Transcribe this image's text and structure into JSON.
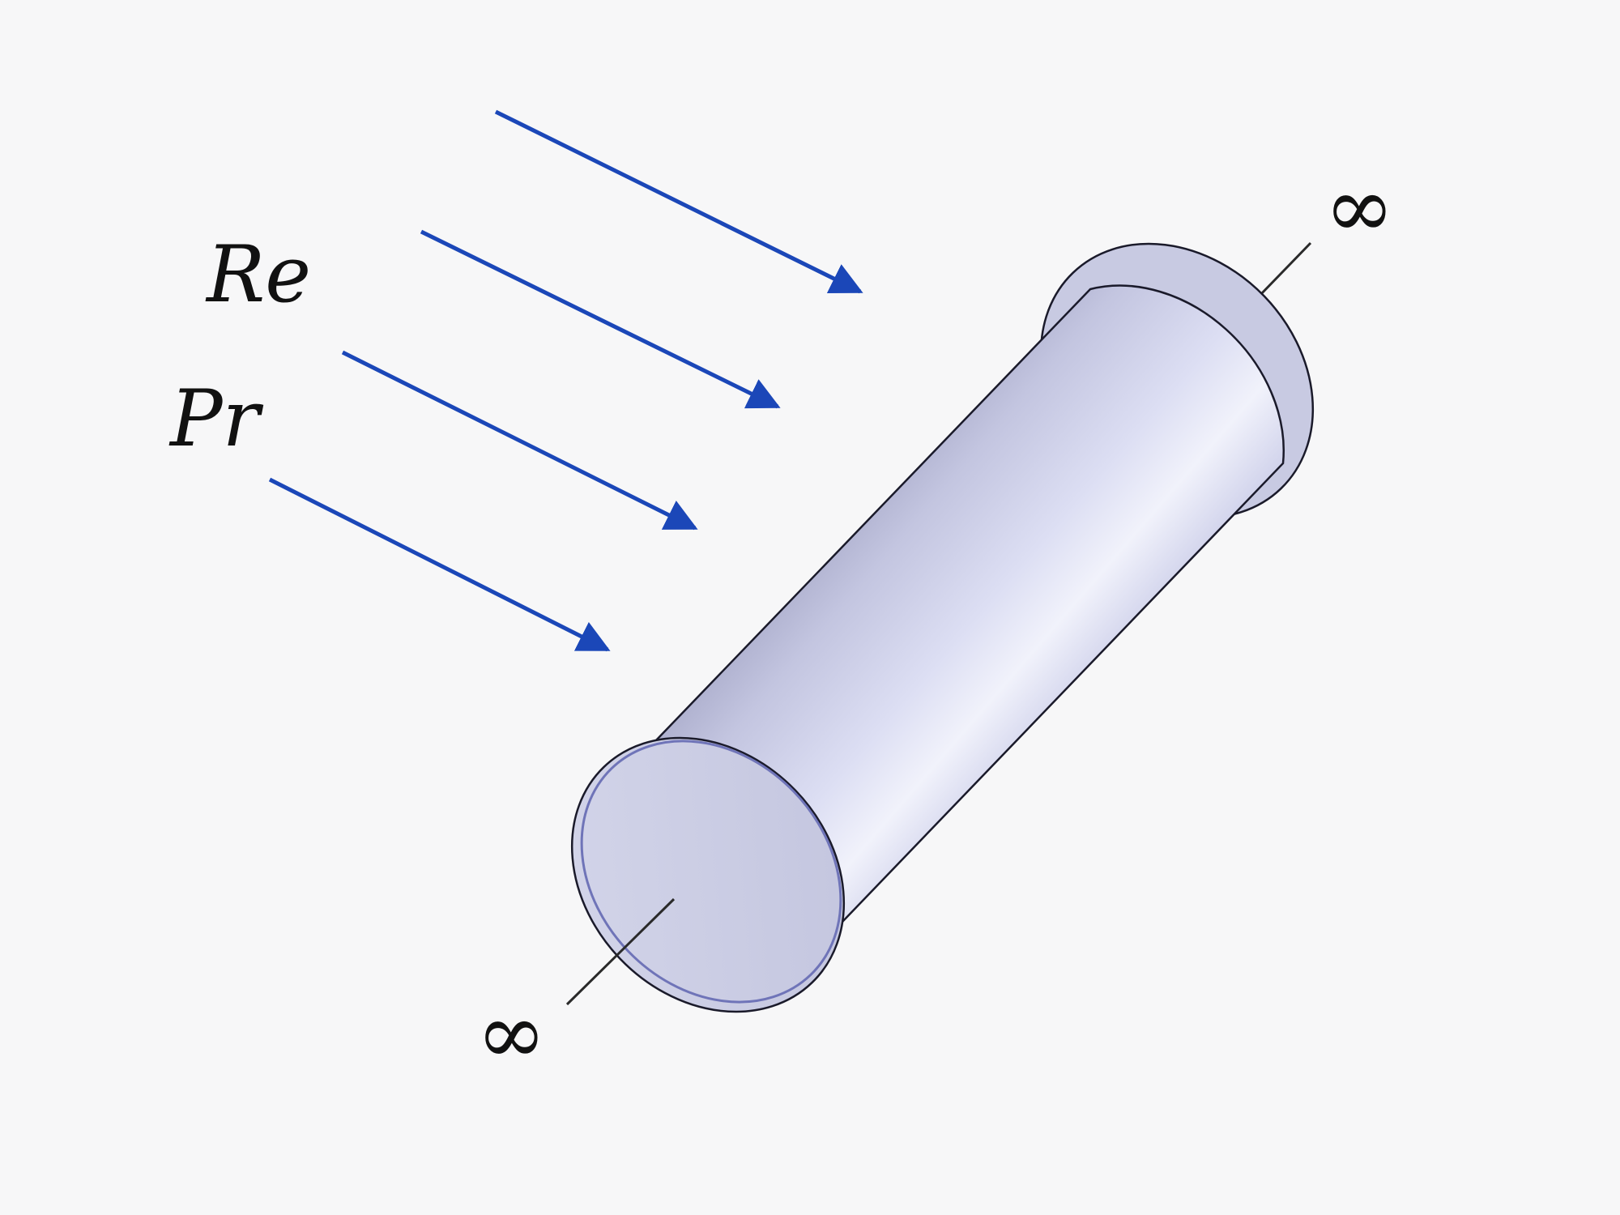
{
  "labels": {
    "reynolds": "Re",
    "prandtl": "Pr",
    "infinity_top": "∞",
    "infinity_bottom": "∞"
  },
  "flow": {
    "arrow_count": 4,
    "direction": "down-right"
  },
  "colors": {
    "background": "#f7f7f8",
    "arrow": "#1b47b8",
    "cylinder_body": "#d3d5ec",
    "cylinder_end_face": "#c9cbe3",
    "outline": "#1a1a2a",
    "text": "#111111"
  },
  "icons": {
    "flow_arrows": "arrow-icon",
    "cylinder": "cylinder-shape",
    "axis_line": "axis-line"
  }
}
